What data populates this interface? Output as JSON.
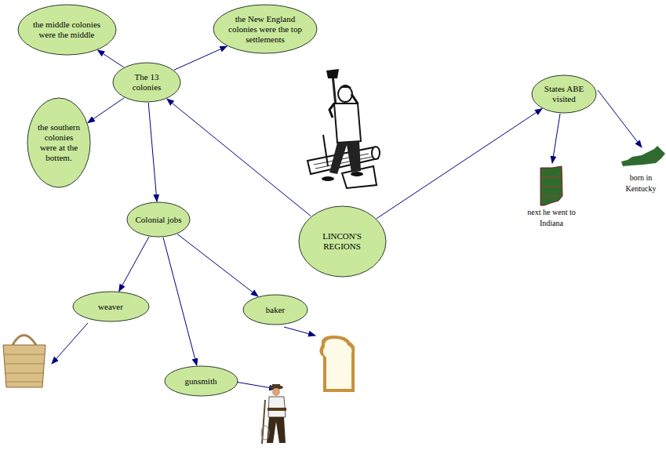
{
  "diagram": {
    "nodes": [
      {
        "text": [
          "the middle colonies were the middle"
        ]
      },
      {
        "text": [
          "the New England colonies were the top settlements"
        ]
      },
      {
        "text": [
          "The 13 colonies"
        ]
      },
      {
        "text": [
          "the southern colonies were at the bottem."
        ]
      },
      {
        "text": [
          "States ABE visited"
        ]
      },
      {
        "text": [
          "Colonial jobs"
        ]
      },
      {
        "text": [
          "LINCON'S REGIONS"
        ]
      },
      {
        "text": [
          "weaver"
        ]
      },
      {
        "text": [
          "baker"
        ]
      },
      {
        "text": [
          "gunsmith"
        ]
      }
    ],
    "edges": [
      {
        "from": 2,
        "to": 0,
        "arrow": "to"
      },
      {
        "from": 2,
        "to": 1,
        "arrow": "to"
      },
      {
        "from": 2,
        "to": 3,
        "arrow": "to"
      },
      {
        "from": 2,
        "to": 5,
        "arrow": "to"
      },
      {
        "from": 6,
        "to": 2,
        "arrow": "to"
      },
      {
        "from": 6,
        "to": 4,
        "arrow": "to"
      },
      {
        "from": 5,
        "to": 7,
        "arrow": "to"
      },
      {
        "from": 5,
        "to": 8,
        "arrow": "to"
      },
      {
        "from": 5,
        "to": 9,
        "arrow": "to"
      }
    ],
    "labels": [
      "next he went to Indiana",
      "born in Kentucky"
    ]
  }
}
